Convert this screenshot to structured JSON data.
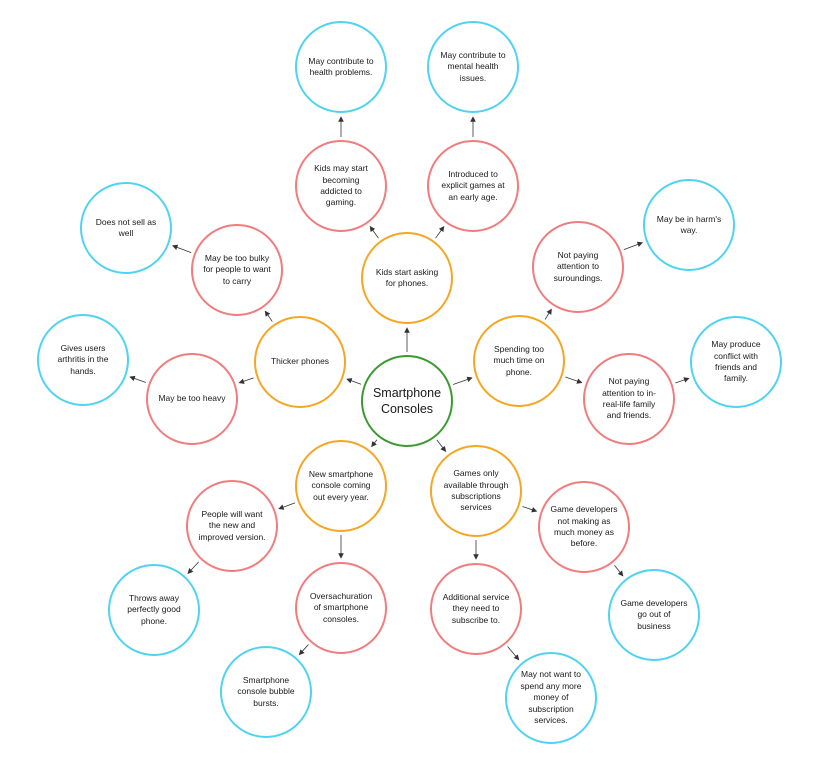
{
  "center": {
    "label": "Smartphone Consoles"
  },
  "nodes": {
    "kids_asking": "Kids start asking for phones.",
    "kids_addicted": "Kids may start becoming addicted to gaming.",
    "health_problems": "May contribute to health problems.",
    "explicit_games": "Introduced to explicit games at an early age.",
    "mental_health": "May contribute to mental health issues.",
    "spending_time": "Spending too much time on phone.",
    "not_paying_surroundings": "Not paying attention to suroundings.",
    "harms_way": "May be in harm's way.",
    "not_paying_family": "Not paying attention to in-real-life family and friends.",
    "conflict": "May produce conflict with friends and family.",
    "thicker_phones": "Thicker phones",
    "too_bulky": "May be too bulky for people to want to carry",
    "not_sell": "Does not sell as well",
    "too_heavy": "May be too heavy",
    "arthritis": "Gives users arthritis in the hands.",
    "new_console": "New smartphone console coming out every year.",
    "want_new": "People will want the new and improved version.",
    "throws_away": "Throws away perfectly good phone.",
    "oversaturation": "Oversachuration of smartphone consoles.",
    "bubble_bursts": "Smartphone console bubble bursts.",
    "subscriptions": "Games only available through subscriptions services",
    "devs_less_money": "Game developers not making as much money as before.",
    "devs_out": "Game developers go out of business",
    "additional_service": "Additional service they need to subscribe to.",
    "not_spend_more": "May not want to spend any more money of subscription services."
  },
  "colors": {
    "center": "#3b9a2e",
    "level1": "#f5a623",
    "level2": "#f07c7e",
    "level3": "#4fd3f0",
    "arrow": "#333333"
  }
}
